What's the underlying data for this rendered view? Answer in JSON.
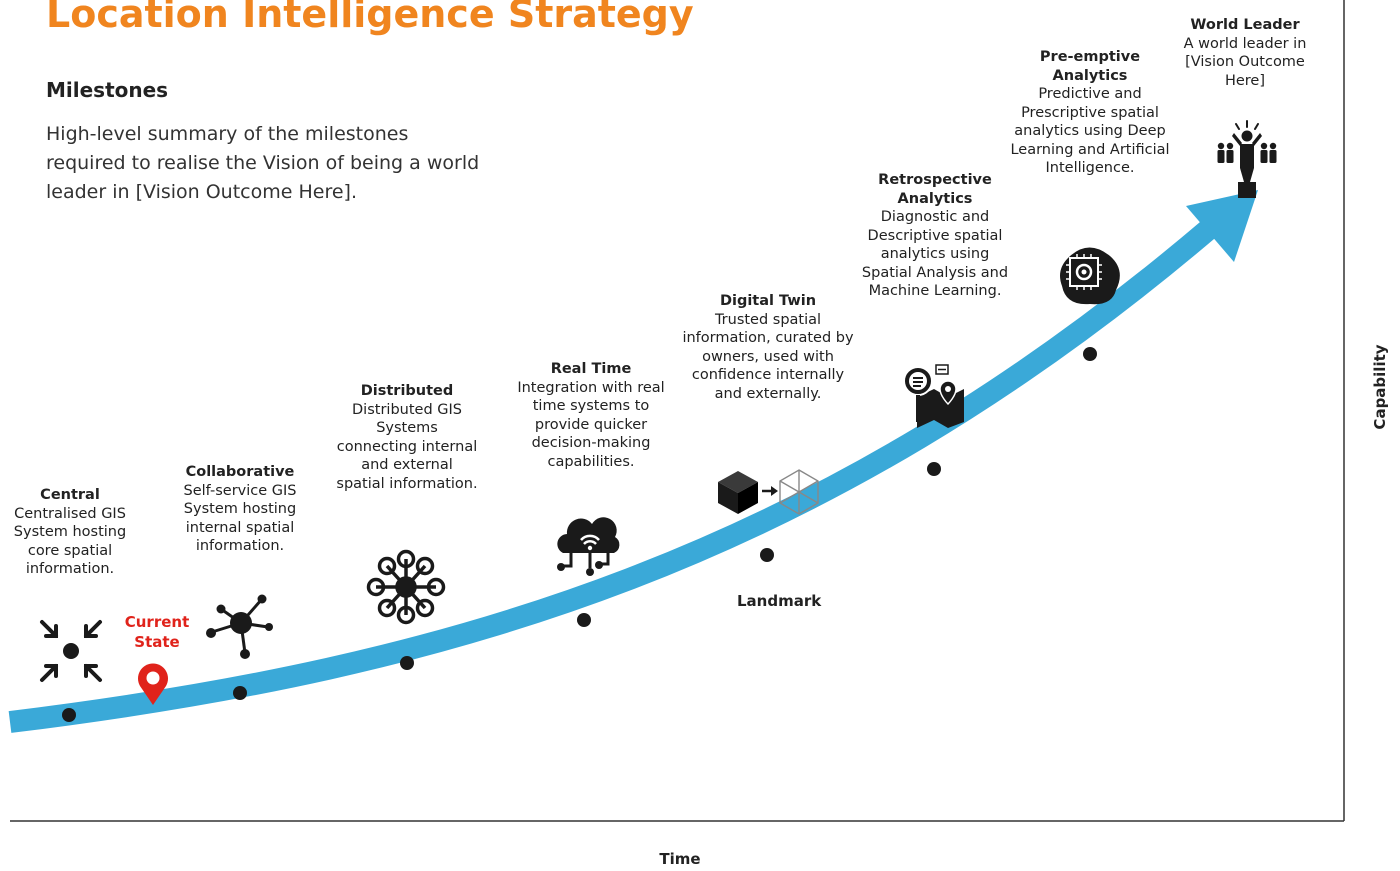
{
  "header": {
    "title": "Location Intelligence Strategy",
    "subtitle": "Milestones",
    "summary": "High-level summary of the milestones required to realise the Vision of being a world leader in [Vision Outcome Here]."
  },
  "axes": {
    "x_label": "Time",
    "y_label": "Capability"
  },
  "markers": {
    "current_state": "Current State",
    "landmark": "Landmark"
  },
  "colors": {
    "title": "#f0851f",
    "arrow": "#3aa9d8",
    "current_state": "#e0231b",
    "text": "#222222"
  },
  "milestones": [
    {
      "id": "central",
      "title": "Central",
      "description": "Centralised GIS System hosting core spatial information.",
      "icon": "converge-arrows-icon"
    },
    {
      "id": "collaborative",
      "title": "Collaborative",
      "description": "Self-service GIS System hosting internal spatial information.",
      "icon": "network-hub-icon"
    },
    {
      "id": "distributed",
      "title": "Distributed",
      "description": "Distributed GIS Systems connecting internal and external spatial information.",
      "icon": "mesh-network-icon"
    },
    {
      "id": "real-time",
      "title": "Real Time",
      "description": "Integration with real time systems to provide quicker decision-making capabilities.",
      "icon": "cloud-wifi-icon"
    },
    {
      "id": "digital-twin",
      "title": "Digital Twin",
      "description": "Trusted spatial information, curated by owners, used with confidence internally and externally.",
      "icon": "cube-to-wireframe-icon"
    },
    {
      "id": "retrospective",
      "title": "Retrospective Analytics",
      "description": "Diagnostic and Descriptive spatial analytics using Spatial Analysis and Machine Learning.",
      "icon": "map-analysis-icon"
    },
    {
      "id": "pre-emptive",
      "title": "Pre-emptive Analytics",
      "description": "Predictive and Prescriptive spatial analytics using Deep Learning and Artificial Intelligence.",
      "icon": "ai-brain-chip-icon"
    },
    {
      "id": "world-leader",
      "title": "World Leader",
      "description": "A world leader in [Vision Outcome Here]",
      "icon": "leader-podium-icon"
    }
  ]
}
